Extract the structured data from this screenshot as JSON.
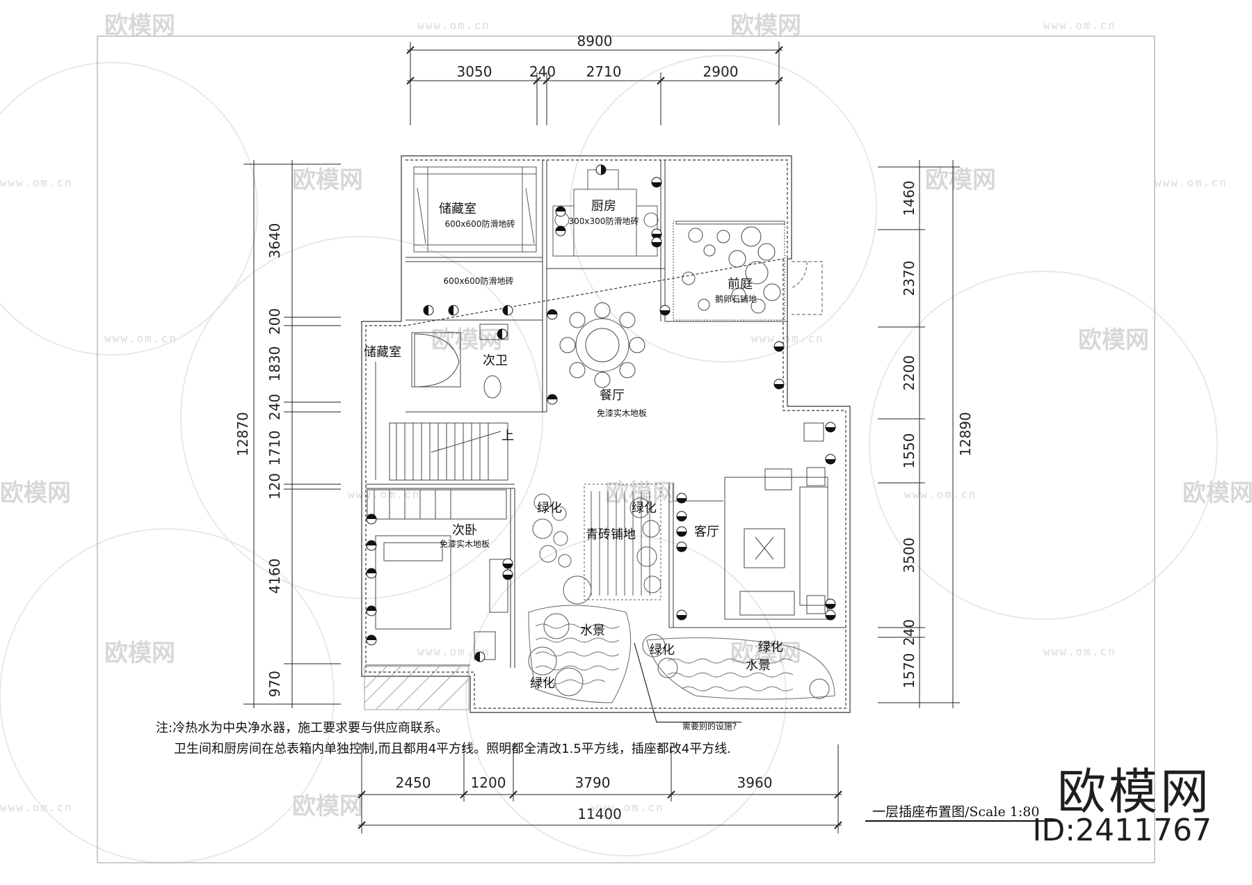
{
  "top_dimensions": {
    "total": "8900",
    "segments": [
      "3050",
      "240",
      "2710",
      "2900"
    ]
  },
  "bottom_dimensions": {
    "total": "11400",
    "segments": [
      "2450",
      "1200",
      "3790",
      "3960"
    ]
  },
  "left_dimensions": {
    "total": "12870",
    "segments": [
      "3640",
      "200",
      "1830",
      "240",
      "1710",
      "120",
      "4160",
      "970"
    ]
  },
  "right_dimensions": {
    "total": "12890",
    "segments": [
      "1460",
      "2370",
      "2200",
      "1550",
      "3500",
      "240",
      "1570"
    ]
  },
  "rooms": {
    "storage_top": "储藏室",
    "storage_top_floor": "600x600防滑地砖",
    "corridor_floor": "600x600防滑地砖",
    "kitchen": "厨房",
    "kitchen_floor": "300x300防滑地砖",
    "front_yard": "前庭",
    "front_yard_floor": "鹅卵石铺地",
    "storage_left": "储藏室",
    "bathroom": "次卫",
    "dining": "餐厅",
    "dining_floor": "免漆实木地板",
    "stairs_up": "上",
    "bedroom": "次卧",
    "bedroom_floor": "免漆实木地板",
    "green_1": "绿化",
    "green_2": "绿化",
    "green_3": "绿化",
    "green_4": "绿化",
    "green_5": "绿化",
    "paving": "青砖铺地",
    "living": "客厅",
    "water_1": "水景",
    "water_2": "水景",
    "callout": "需要别的设施?"
  },
  "notes": {
    "line1": "注:冷热水为中央净水器，施工要求要与供应商联系。",
    "line2": "卫生间和厨房间在总表箱内单独控制,而且都用4平方线。照明都全清改1.5平方线，插座都改4平方线."
  },
  "drawing_title": "一层插座布置图/Scale  1:80",
  "watermark": {
    "brand": "欧模网",
    "url": "www.om.cn"
  },
  "brand_logo": "欧模网",
  "brand_id": "ID:2411767"
}
